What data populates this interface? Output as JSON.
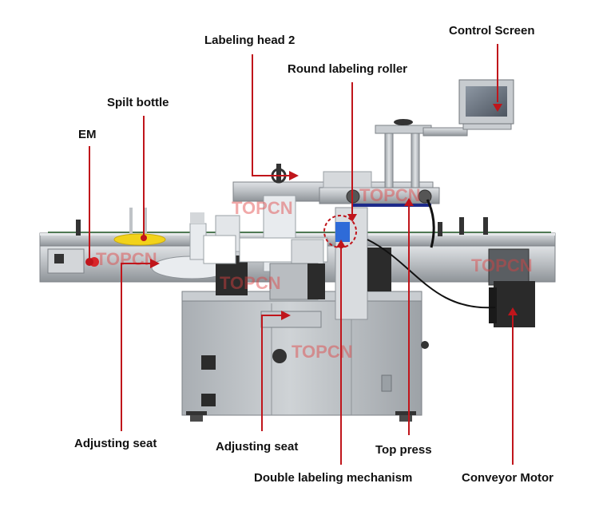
{
  "labels": {
    "labeling_head_2": "Labeling head 2",
    "control_screen": "Control Screen",
    "round_labeling_roller": "Round labeling roller",
    "spilt_bottle": "Spilt bottle",
    "em": "EM",
    "adjusting_seat_left": "Adjusting seat",
    "adjusting_seat_center": "Adjusting seat",
    "top_press": "Top press",
    "double_labeling_mechanism": "Double labeling mechanism",
    "conveyor_motor": "Conveyor Motor"
  },
  "watermark": {
    "text": "TOPCN"
  },
  "colors": {
    "leader_line": "#c0151b",
    "steel": "#b8bcc0",
    "steel_dark": "#7d8287",
    "motor": "#2a2a2a",
    "belt": "#1d2a8a",
    "guide_yellow": "#f2d21a"
  }
}
